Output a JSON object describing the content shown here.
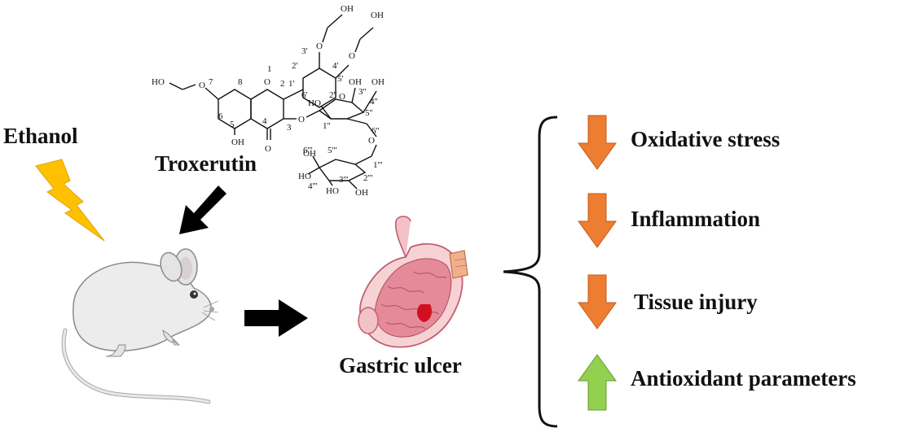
{
  "labels": {
    "ethanol": "Ethanol",
    "troxerutin": "Troxerutin",
    "gastric_ulcer": "Gastric ulcer"
  },
  "effects": [
    {
      "label": "Oxidative stress",
      "direction": "down",
      "color": "#ED7D31"
    },
    {
      "label": "Inflammation",
      "direction": "down",
      "color": "#ED7D31"
    },
    {
      "label": "Tissue injury",
      "direction": "down",
      "color": "#ED7D31"
    },
    {
      "label": "Antioxidant parameters",
      "direction": "up",
      "color": "#92D050"
    }
  ],
  "structure": {
    "substituents": [
      "HO",
      "OH",
      "OH",
      "O",
      "O",
      "O",
      "O",
      "O",
      "OH",
      "OH",
      "HO",
      "OH",
      "O",
      "O",
      "HO",
      "HO",
      "OH",
      "OH",
      "O"
    ],
    "locants": [
      "1",
      "2",
      "3",
      "4",
      "5",
      "6",
      "7",
      "8",
      "1'",
      "2'",
      "3'",
      "4'",
      "5'",
      "6'",
      "1''",
      "2''",
      "3''",
      "4''",
      "5''",
      "6''",
      "1'''",
      "2'''",
      "3'''",
      "4'''",
      "5'''",
      "6'''"
    ]
  },
  "colors": {
    "lightning": "#FFC000",
    "arrow_black": "#000000",
    "down_arrow": "#ED7D31",
    "up_arrow": "#92D050"
  }
}
